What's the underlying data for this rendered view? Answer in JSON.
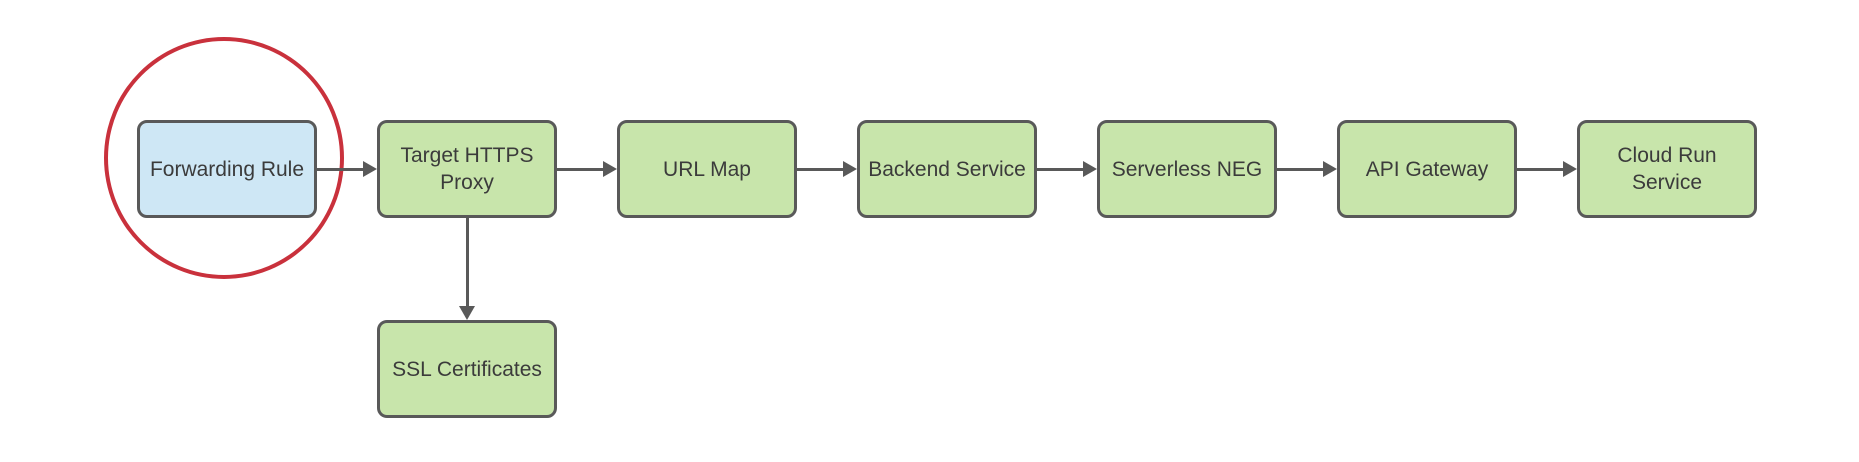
{
  "diagram": {
    "nodes": [
      {
        "id": "forwarding-rule",
        "label": "Forwarding Rule",
        "type": "blue",
        "highlighted": true
      },
      {
        "id": "target-https-proxy",
        "label": "Target HTTPS Proxy",
        "type": "green",
        "highlighted": false
      },
      {
        "id": "url-map",
        "label": "URL Map",
        "type": "green",
        "highlighted": false
      },
      {
        "id": "backend-service",
        "label": "Backend Service",
        "type": "green",
        "highlighted": false
      },
      {
        "id": "serverless-neg",
        "label": "Serverless NEG",
        "type": "green",
        "highlighted": false
      },
      {
        "id": "api-gateway",
        "label": "API Gateway",
        "type": "green",
        "highlighted": false
      },
      {
        "id": "cloud-run-service",
        "label": "Cloud Run Service",
        "type": "green",
        "highlighted": false
      },
      {
        "id": "ssl-certificates",
        "label": "SSL Certificates",
        "type": "green",
        "highlighted": false
      }
    ],
    "edges": [
      {
        "from": "forwarding-rule",
        "to": "target-https-proxy",
        "direction": "right"
      },
      {
        "from": "target-https-proxy",
        "to": "url-map",
        "direction": "right"
      },
      {
        "from": "url-map",
        "to": "backend-service",
        "direction": "right"
      },
      {
        "from": "backend-service",
        "to": "serverless-neg",
        "direction": "right"
      },
      {
        "from": "serverless-neg",
        "to": "api-gateway",
        "direction": "right"
      },
      {
        "from": "api-gateway",
        "to": "cloud-run-service",
        "direction": "right"
      },
      {
        "from": "target-https-proxy",
        "to": "ssl-certificates",
        "direction": "down"
      }
    ],
    "annotation": {
      "highlight_circle_target": "forwarding-rule"
    },
    "colors": {
      "background": "#ffffff",
      "blue_fill": "#cee7f5",
      "green_fill": "#c8e5ab",
      "border": "#595959",
      "arrow": "#595959",
      "text": "#3b3b3b",
      "highlight_circle": "#c9313c"
    }
  }
}
